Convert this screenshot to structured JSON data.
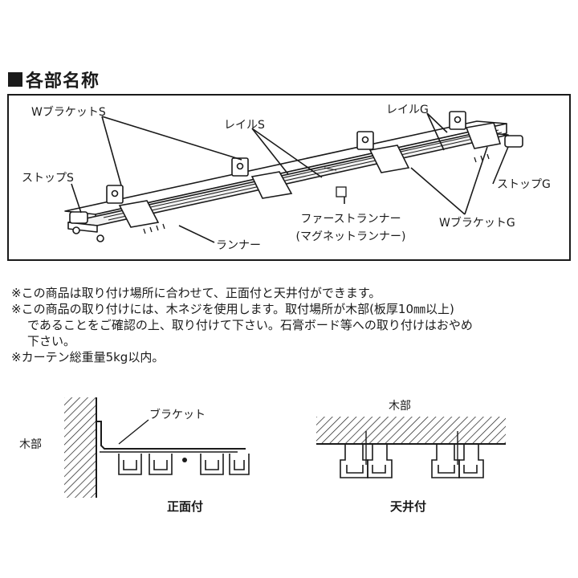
{
  "section_title": "各部名称",
  "parts": {
    "w_bracket_s": "WブラケットS",
    "rail_s": "レイルS",
    "rail_g": "レイルG",
    "stop_s": "ストップS",
    "stop_g": "ストップG",
    "first_runner": "ファーストランナー",
    "magnet_runner": "(マグネットランナー)",
    "w_bracket_g": "WブラケットG",
    "runner": "ランナー"
  },
  "notes": [
    {
      "text": "※この商品は取り付け場所に合わせて、正面付と天井付ができます。",
      "indent": false
    },
    {
      "text": "※この商品の取り付けには、木ネジを使用します。取付場所が木部(板厚10㎜以上)",
      "indent": false
    },
    {
      "text": "であることをご確認の上、取り付けて下さい。石膏ボード等への取り付けはおやめ",
      "indent": true
    },
    {
      "text": "下さい。",
      "indent": true
    },
    {
      "text": "※カーテン総重量5kg以内。",
      "indent": false
    }
  ],
  "installation": {
    "front": {
      "wood_label": "木部",
      "bracket_label": "ブラケット",
      "caption": "正面付"
    },
    "ceiling": {
      "wood_label": "木部",
      "caption": "天井付"
    }
  }
}
